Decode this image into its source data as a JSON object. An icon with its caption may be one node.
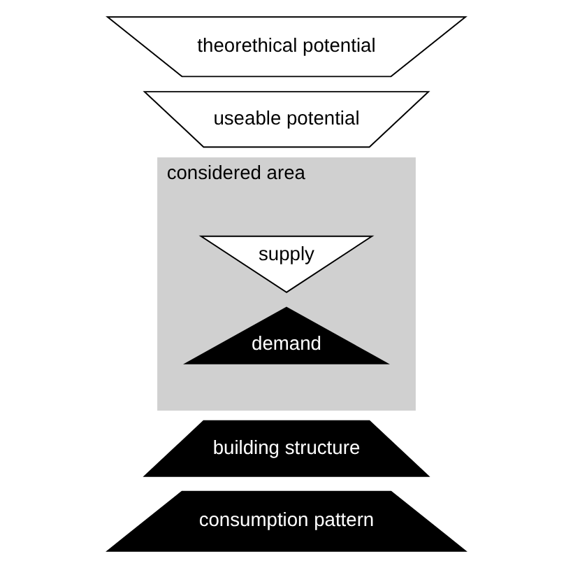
{
  "diagram": {
    "nodes": [
      {
        "text": [
          "theorethical potential"
        ]
      },
      {
        "text": [
          "useable potential"
        ]
      },
      {
        "text": [
          "considered area"
        ]
      },
      {
        "text": [
          "supply"
        ],
        "in": 2
      },
      {
        "text": [
          "demand"
        ],
        "in": 2
      },
      {
        "text": [
          "building structure"
        ]
      },
      {
        "text": [
          "consumption pattern"
        ]
      }
    ]
  }
}
